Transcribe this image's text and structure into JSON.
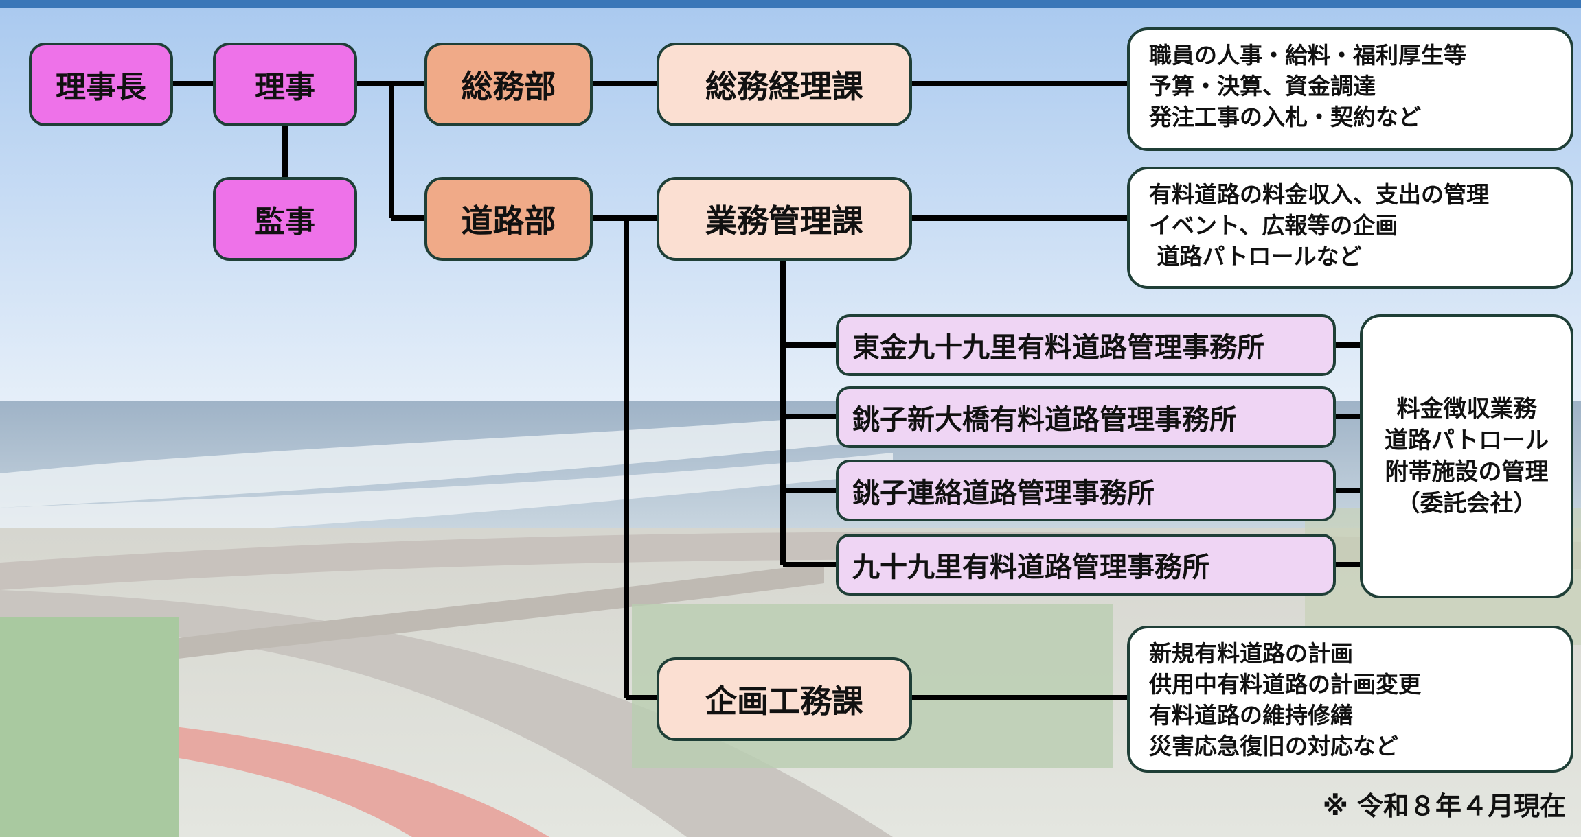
{
  "header": {
    "accent_color": "#3a77b8"
  },
  "org": {
    "chairman": "理事長",
    "director": "理事",
    "auditor": "監事",
    "general_affairs_dept": "総務部",
    "roads_dept": "道路部",
    "general_accounting_section": "総務経理課",
    "operations_section": "業務管理課",
    "planning_section": "企画工務課",
    "offices": [
      {
        "label": "東金九十九里有料道路管理事務所"
      },
      {
        "label": "銚子新大橋有料道路管理事務所"
      },
      {
        "label": "銚子連絡道路管理事務所"
      },
      {
        "label": "九十九里有料道路管理事務所"
      }
    ]
  },
  "descriptions": {
    "general_accounting": [
      "職員の人事・給料・福利厚生等",
      "予算・決算、資金調達",
      "発注工事の入札・契約など"
    ],
    "operations": [
      "有料道路の料金収入、支出の管理",
      "イベント、広報等の企画",
      " 道路パトロールなど"
    ],
    "offices": [
      "料金徴収業務",
      "道路パトロール",
      "附帯施設の管理",
      "（委託会社）"
    ],
    "planning": [
      "新規有料道路の計画",
      "供用中有料道路の計画変更",
      "有料道路の維持修繕",
      "災害応急復旧の対応など"
    ]
  },
  "note": "※ 令和８年４月現在",
  "colors": {
    "executive": "#ee72e9",
    "department": "#f0aa88",
    "section": "#fbdfd2",
    "office": "#efd5f4",
    "border": "#1f3f37"
  }
}
